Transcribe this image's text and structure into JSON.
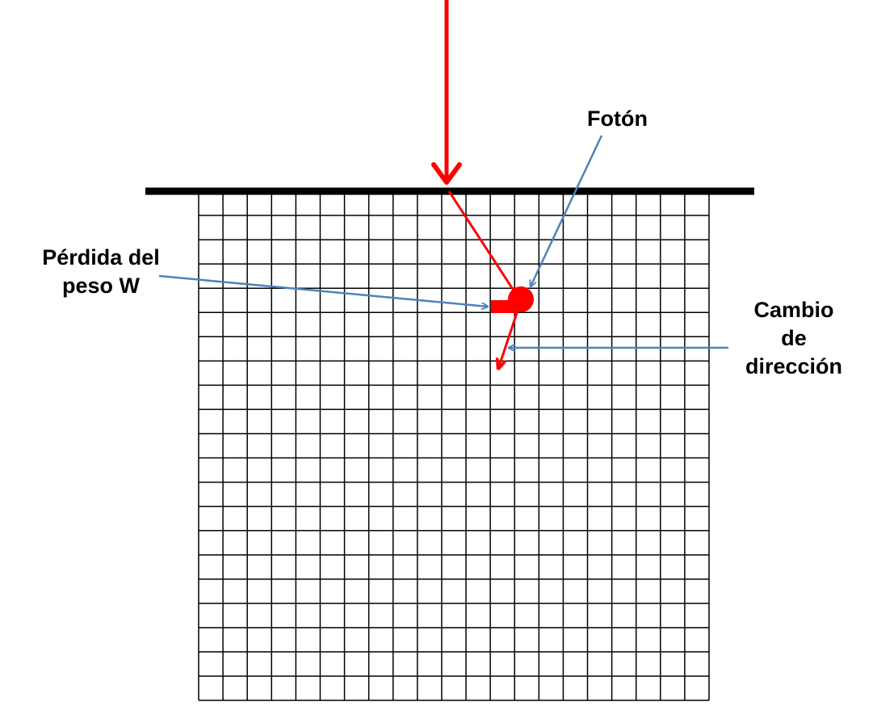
{
  "labels": {
    "foton": "Fotón",
    "perdida_line1": "Pérdida del",
    "perdida_line2": "peso W",
    "cambio_line1": "Cambio",
    "cambio_line2": "de",
    "cambio_line3": "dirección"
  },
  "grid": {
    "columns": 21,
    "rows": 21
  },
  "colors": {
    "photon_path": "#ff0000",
    "annotation_arrow": "#4f81bd",
    "surface": "#000000",
    "grid_lines": "#000000",
    "background": "#ffffff"
  }
}
